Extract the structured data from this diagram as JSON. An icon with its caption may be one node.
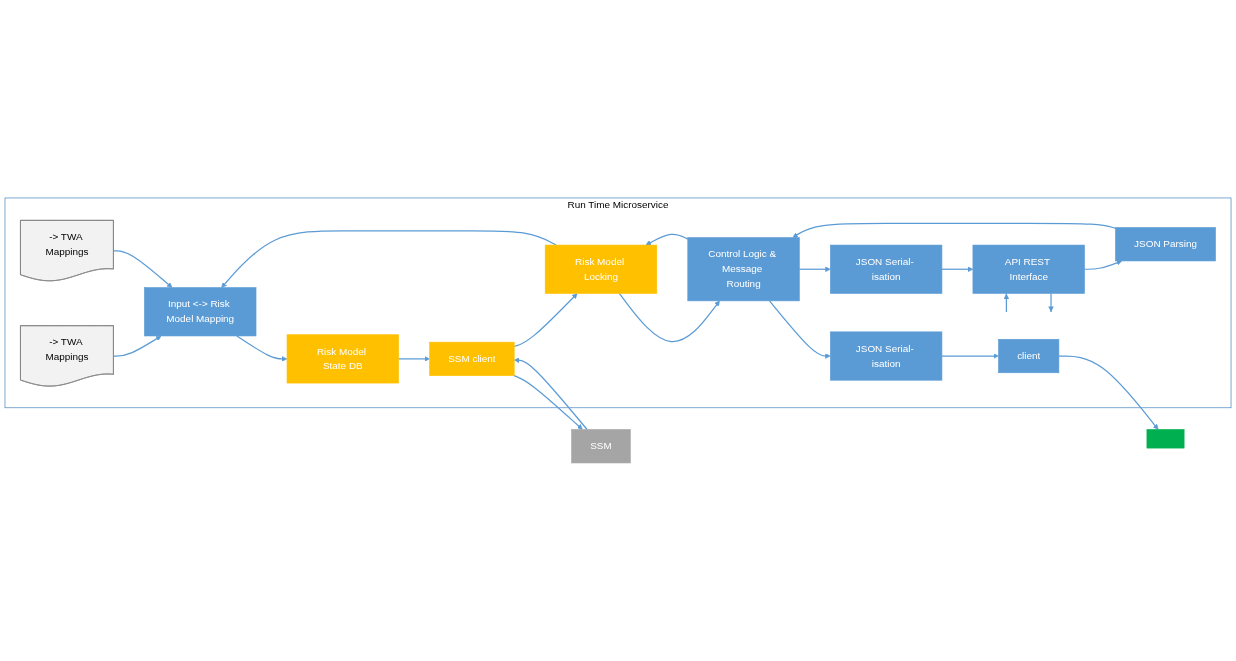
{
  "diagram": {
    "nodes": [
      {
        "text": [
          "Run Time Microservice"
        ]
      },
      {
        "text": [
          "-> TWA Mappings"
        ],
        "in": 0
      },
      {
        "text": [
          "-> TWA Mappings"
        ],
        "in": 0
      },
      {
        "text": [
          "API REST Interface"
        ],
        "in": 0
      },
      {
        "text": [
          "JSON Parsing"
        ],
        "in": 0
      },
      {
        "text": [
          "Control Logic & Message Routing"
        ],
        "in": 0
      },
      {
        "text": [
          "Risk Model Locking"
        ],
        "in": 0
      },
      {
        "text": [
          "Input <-> Risk Model Mapping"
        ],
        "in": 0
      },
      {
        "text": [
          "Risk Model State DB"
        ],
        "in": 0
      },
      {
        "text": [
          "SSM client"
        ],
        "in": 0
      },
      {
        "text": [
          "JSON Serial- isation"
        ],
        "in": 0
      },
      {
        "text": [
          "JSON Serial- isation"
        ],
        "in": 0
      },
      {
        "text": [
          "client"
        ],
        "in": 0
      },
      {
        "text": [
          "SSM"
        ]
      },
      {
        "text": [],
        "shape": "box"
      }
    ],
    "edges": [
      {
        "from": null,
        "to": 3,
        "arrow": "to"
      },
      {
        "from": 3,
        "to": 4,
        "arrow": "to"
      },
      {
        "from": 4,
        "to": 5,
        "arrow": "to"
      },
      {
        "from": 5,
        "to": 6,
        "arrow": "to"
      },
      {
        "from": 6,
        "to": 7,
        "arrow": "to"
      },
      {
        "from": 1,
        "to": 7,
        "arrow": "to"
      },
      {
        "from": 2,
        "to": 7,
        "arrow": "to"
      },
      {
        "from": 7,
        "to": 8,
        "arrow": "to"
      },
      {
        "from": 8,
        "to": 9,
        "arrow": "to"
      },
      {
        "from": 9,
        "to": 13,
        "arrow": "to"
      },
      {
        "from": 13,
        "to": 9,
        "arrow": "to"
      },
      {
        "from": 9,
        "to": 6,
        "arrow": "to"
      },
      {
        "from": 6,
        "to": 5,
        "arrow": "to"
      },
      {
        "from": 5,
        "to": 10,
        "arrow": "to"
      },
      {
        "from": 10,
        "to": 3,
        "arrow": "to"
      },
      {
        "from": 3,
        "to": null,
        "arrow": "to"
      },
      {
        "from": 5,
        "to": 11,
        "arrow": "to"
      },
      {
        "from": 11,
        "to": 12,
        "arrow": "to"
      },
      {
        "from": 12,
        "to": 14,
        "arrow": "to"
      }
    ]
  }
}
